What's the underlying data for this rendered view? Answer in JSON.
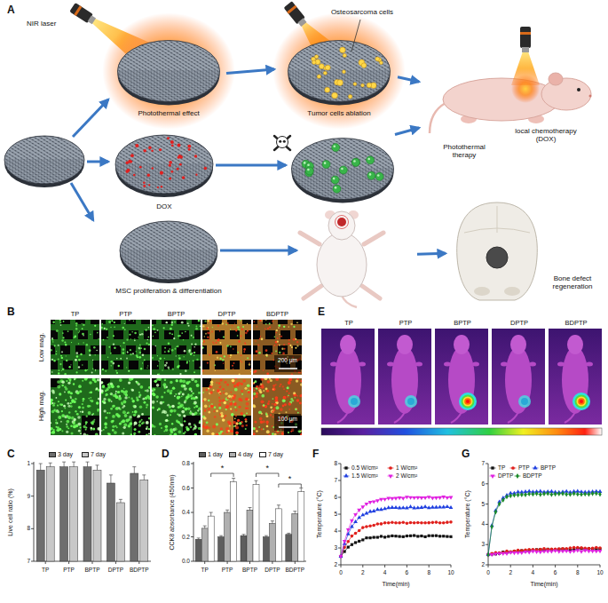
{
  "diagram": {
    "nodes": [
      {
        "text": [
          "Photothermal effect"
        ]
      },
      {
        "text": [
          "Osteosarcoma cells",
          "Tumor cells ablation"
        ]
      },
      {
        "text": [
          "DOX"
        ]
      },
      {
        "text": [
          "local chemotherapy (DOX)",
          "Photothermal therapy"
        ]
      },
      {
        "text": [
          "MSC proliferation & differentiation"
        ]
      },
      {
        "text": [
          "Bone defect regeneration"
        ]
      }
    ],
    "edges": [
      {
        "from": 0,
        "to": 1,
        "arrow": "to"
      },
      {
        "from": 1,
        "to": 3,
        "arrow": "to"
      },
      {
        "from": 2,
        "to": 3,
        "arrow": "to"
      },
      {
        "from": 4,
        "to": 5,
        "arrow": "to"
      }
    ],
    "labels": [
      "A",
      "NIR laser",
      "B",
      "TP",
      "PTP",
      "BPTP",
      "DPTP",
      "BDPTP",
      "Low mag.",
      "High mag.",
      "200 μm",
      "100 μm",
      "E",
      "TP",
      "PTP",
      "BPTP",
      "DPTP",
      "BDPTP",
      "C",
      "Live cell ratio (%)",
      "1",
      "9",
      "8",
      "7",
      "TP",
      "PTP",
      "BPTP",
      "DPTP",
      "BDPTP",
      "D",
      "CCK8 absorbance (450nm)",
      "0.8",
      "0.6",
      "0.4",
      "0.2",
      "0.0",
      "TP",
      "PTP",
      "BPTP",
      "DPTP",
      "BDPTP",
      "*",
      "*",
      "*",
      "F",
      "Temperature (°C)",
      "8",
      "7",
      "6",
      "5",
      "4",
      "3",
      "2",
      "0",
      "2",
      "4",
      "6",
      "8",
      "10",
      "Time(min)",
      "G",
      "Temperature (°C)",
      "7",
      "6",
      "5",
      "4",
      "3",
      "2",
      "0",
      "2",
      "4",
      "6",
      "8",
      "10",
      "Time(min)"
    ],
    "legend": [
      {
        "text": "3 day",
        "color": "#6e6e6e"
      },
      {
        "text": "7 day",
        "color": "#c8c8c8"
      },
      {
        "text": "1 day",
        "color": "#5e5e5e"
      },
      {
        "text": "4 day",
        "color": "#b0b0b0"
      },
      {
        "text": "7 day",
        "color": "#ffffff"
      },
      {
        "text": "0.5 W/cm²"
      },
      {
        "text": "1 W/cm²"
      },
      {
        "text": "1.5 W/cm²"
      },
      {
        "text": "2 W/cm²"
      },
      {
        "text": "TP"
      },
      {
        "text": "PTP"
      },
      {
        "text": "BPTP"
      },
      {
        "text": "DPTP"
      },
      {
        "text": "BDPTP"
      }
    ]
  }
}
